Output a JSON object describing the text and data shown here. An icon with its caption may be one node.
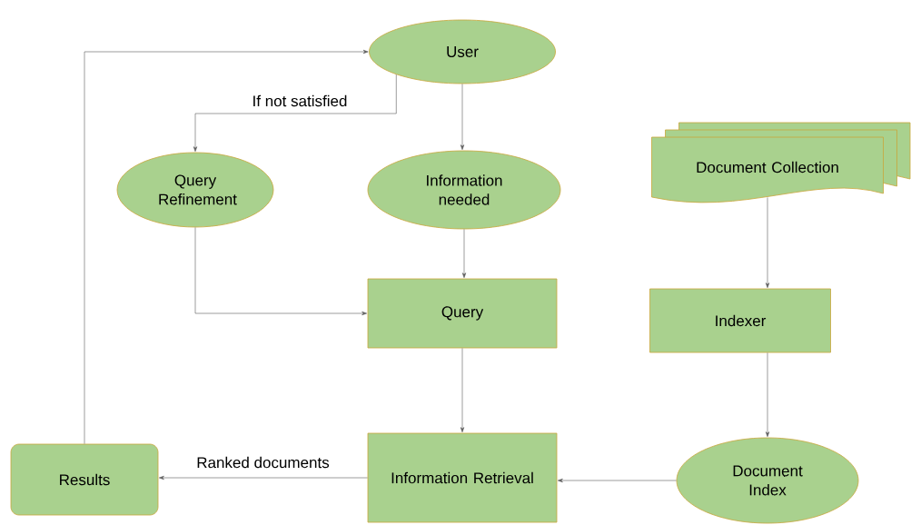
{
  "diagram": {
    "nodes": [
      {
        "text": [
          "User"
        ]
      },
      {
        "text": [
          "Query Refinement"
        ]
      },
      {
        "text": [
          "Information needed"
        ]
      },
      {
        "text": [
          "Document Collection"
        ]
      },
      {
        "text": [
          "Query"
        ]
      },
      {
        "text": [
          "Indexer"
        ]
      },
      {
        "text": [
          "Results"
        ]
      },
      {
        "text": [
          "Information Retrieval"
        ]
      },
      {
        "text": [
          "Document Index"
        ]
      }
    ],
    "edges": [
      {
        "from": 0,
        "to": 1,
        "arrow": "to",
        "label": "If not satisfied"
      },
      {
        "from": 0,
        "to": 2,
        "arrow": "to"
      },
      {
        "from": 1,
        "to": 4,
        "arrow": "to"
      },
      {
        "from": 2,
        "to": 4,
        "arrow": "to"
      },
      {
        "from": 4,
        "to": 7,
        "arrow": "to"
      },
      {
        "from": 3,
        "to": 5,
        "arrow": "to"
      },
      {
        "from": 5,
        "to": 8,
        "arrow": "to"
      },
      {
        "from": 8,
        "to": 7,
        "arrow": "to"
      },
      {
        "from": 7,
        "to": 6,
        "arrow": "to",
        "label": "Ranked documents"
      },
      {
        "from": 6,
        "to": 0,
        "arrow": "to"
      }
    ]
  }
}
